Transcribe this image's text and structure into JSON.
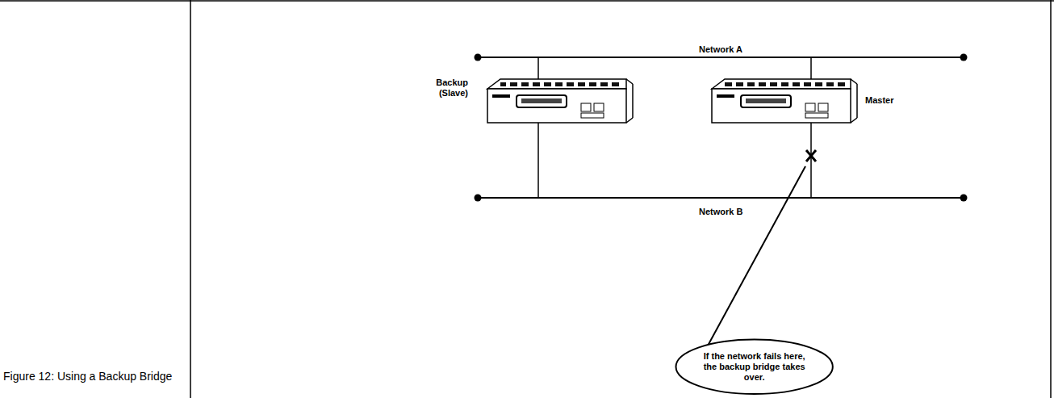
{
  "diagram": {
    "caption": "Figure 12: Using a Backup Bridge",
    "nodes": [
      {
        "text": [
          "If the network fails here, the backup bridge takes over."
        ]
      }
    ],
    "labels": [
      "Network A",
      "Network B",
      "Backup (Slave)",
      "Master"
    ]
  }
}
